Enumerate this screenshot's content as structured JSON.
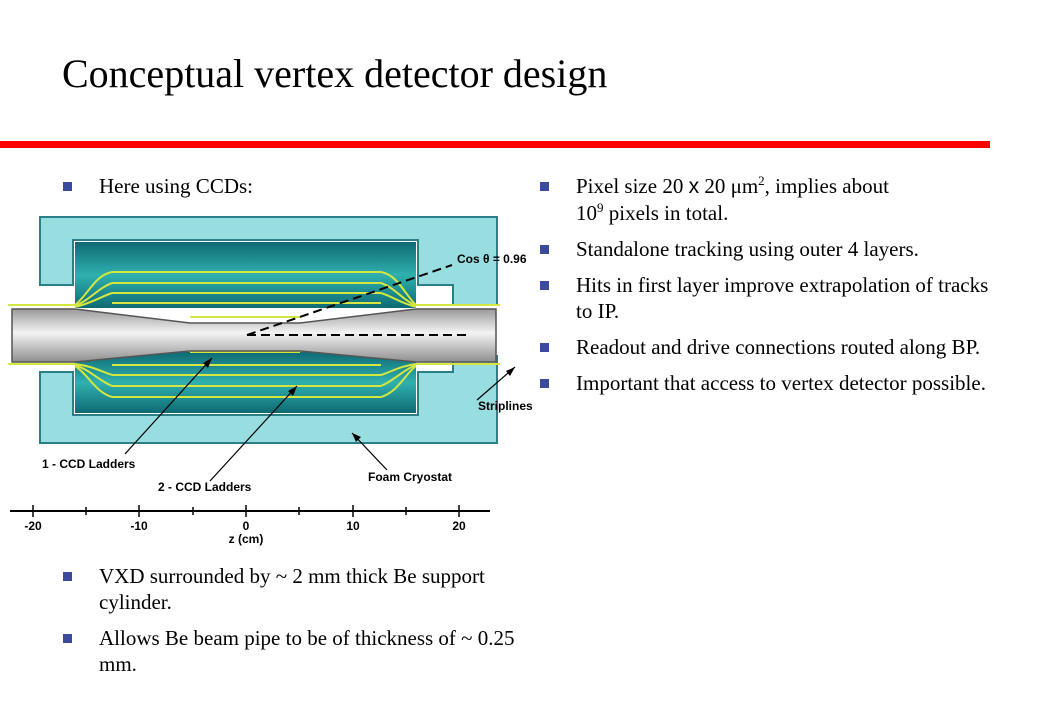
{
  "title": "Conceptual vertex detector design",
  "left_top_bullets": [
    "Here using CCDs:"
  ],
  "right_bullets": {
    "pixel": {
      "pre": "Pixel size 20 ",
      "x": "x",
      "mid": " 20 ",
      "um": "μm",
      "sup1": "2",
      "post": ", implies about",
      "line2_pre": "10",
      "sup2": "9",
      "line2_post": " pixels in total."
    },
    "items": [
      "Standalone tracking using outer 4 layers.",
      "Hits in first layer improve extrapolation of tracks to IP.",
      "Readout and drive connections routed along BP.",
      "Important that access to vertex detector possible."
    ]
  },
  "left_bottom_bullets": [
    "VXD surrounded by ~ 2 mm thick Be support cylinder.",
    "Allows Be beam pipe to be of thickness of ~ 0.25 mm."
  ],
  "diagram": {
    "labels": {
      "cos_theta": "Cos θ = 0.96",
      "striplines": "Striplines",
      "ladders1": "1 - CCD Ladders",
      "ladders2": "2 - CCD Ladders",
      "cryostat": "Foam Cryostat",
      "axis": "z (cm)"
    },
    "ticks": [
      "-20",
      "-10",
      "0",
      "10",
      "20"
    ],
    "colors": {
      "cryostat": "#98dde0",
      "frame": "#2a7f88",
      "ladder": "#d6e640",
      "pipe": "#d8d8d8"
    }
  }
}
